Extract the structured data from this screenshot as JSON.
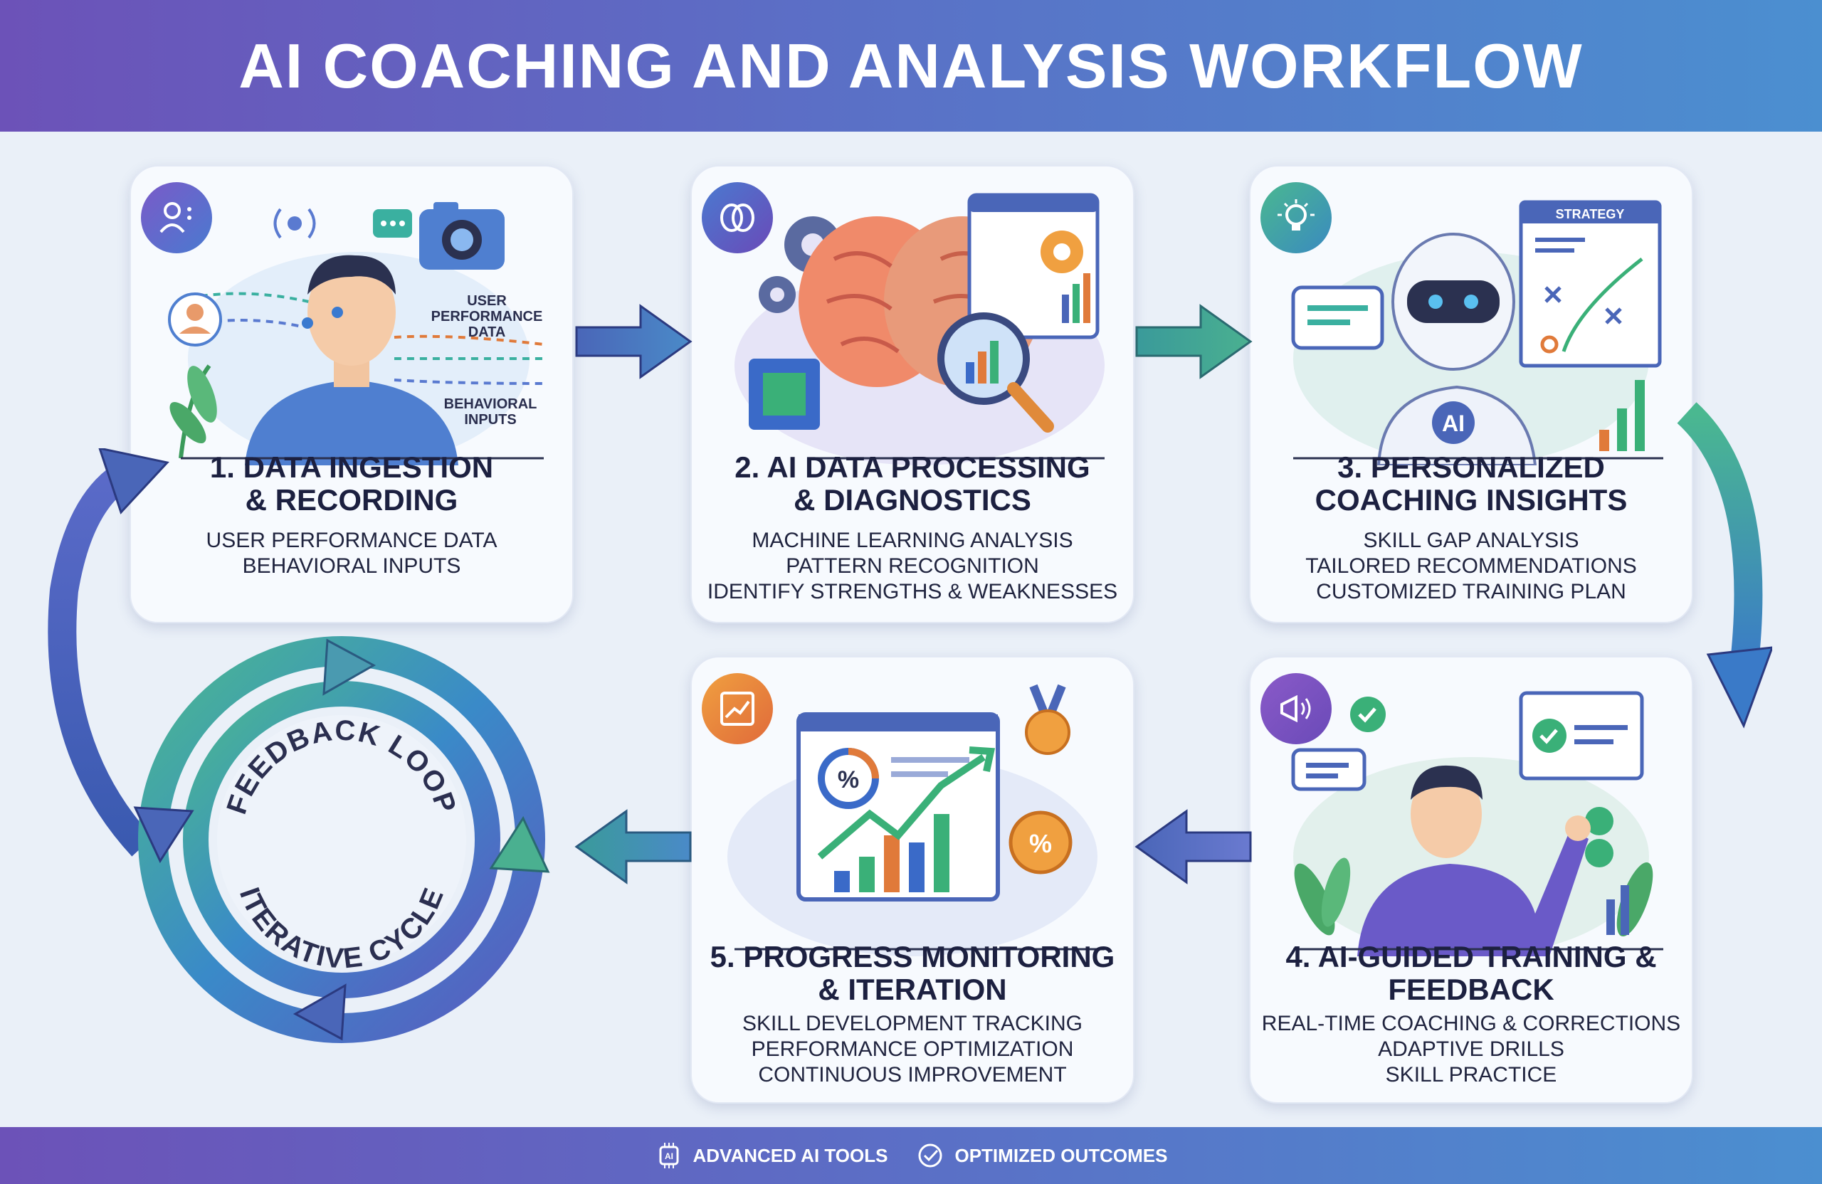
{
  "header": {
    "title": "AI COACHING AND ANALYSIS WORKFLOW"
  },
  "steps": [
    {
      "title_line1": "1. DATA INGESTION",
      "title_line2": "& RECORDING",
      "lines": [
        "USER PERFORMANCE DATA",
        "BEHAVIORAL INPUTS"
      ],
      "illus_labels": [
        "USER",
        "PERFORMANCE",
        "DATA",
        "BEHAVIORAL",
        "INPUTS"
      ],
      "icon": "user-data-icon"
    },
    {
      "title_line1": "2. AI DATA PROCESSING",
      "title_line2": "& DIAGNOSTICS",
      "lines": [
        "MACHINE LEARNING ANALYSIS",
        "PATTERN RECOGNITION",
        "IDENTIFY STRENGTHS & WEAKNESSES"
      ],
      "icon": "brain-icon"
    },
    {
      "title_line1": "3. PERSONALIZED",
      "title_line2": "COACHING INSIGHTS",
      "lines": [
        "SKILL GAP ANALYSIS",
        "TAILORED RECOMMENDATIONS",
        "CUSTOMIZED TRAINING PLAN"
      ],
      "illus_labels": [
        "STRATEGY",
        "AI"
      ],
      "icon": "lightbulb-icon"
    },
    {
      "title_line1": "4. AI-GUIDED TRAINING &",
      "title_line2": "FEEDBACK",
      "lines": [
        "REAL-TIME COACHING & CORRECTIONS",
        "ADAPTIVE DRILLS",
        "SKILL PRACTICE"
      ],
      "icon": "megaphone-icon"
    },
    {
      "title_line1": "5. PROGRESS MONITORING",
      "title_line2": "& ITERATION",
      "lines": [
        "SKILL DEVELOPMENT TRACKING",
        "PERFORMANCE OPTIMIZATION",
        "CONTINUOUS IMPROVEMENT"
      ],
      "illus_labels": [
        "%"
      ],
      "icon": "growth-chart-icon"
    }
  ],
  "loop": {
    "top_label": "FEEDBACK LOOP",
    "bottom_label": "ITERATIVE CYCLE"
  },
  "footer": {
    "item1": "ADVANCED AI TOOLS",
    "item2": "OPTIMIZED OUTCOMES"
  },
  "colors": {
    "header_start": "#6c52b8",
    "header_end": "#4b8fd0",
    "arrow_blue": "#4a66b8",
    "arrow_teal": "#3aa098"
  }
}
